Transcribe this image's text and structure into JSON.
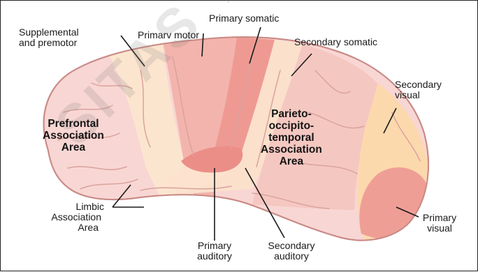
{
  "labels": {
    "supplemental": [
      "Supplemental",
      "and premotor"
    ],
    "primary_motor": "Primarv motor",
    "primary_somatic": "Primary somatic",
    "secondary_somatic": "Secondary somatic",
    "secondary_visual": [
      "Secondary",
      "visual"
    ],
    "prefrontal": [
      "Prefrontal",
      "Association",
      "Area"
    ],
    "parieto": [
      "Parieto-",
      "occipito-",
      "temporal",
      "Association",
      "Area"
    ],
    "limbic": [
      "Limbic",
      "Association",
      "Area"
    ],
    "primary_auditory": [
      "Primary",
      "auditory"
    ],
    "secondary_auditory": [
      "Secondary",
      "auditory"
    ],
    "primary_visual": [
      "Primary",
      "visual"
    ]
  },
  "watermark": "SITAS TANJUNG",
  "colors": {
    "prefrontal": "#f8d6d3",
    "motor_band": "#fce5cf",
    "primary_motor": "#f3b4ad",
    "primary_somatic": "#ee9a93",
    "secondary_somatic": "#fbe0cc",
    "parieto": "#f5c7c1",
    "secondary_visual": "#fcd9ad",
    "primary_visual": "#ef9e96",
    "primary_auditory": "#ec8e88",
    "secondary_auditory": "#fde3cf",
    "outline": "#c98a86",
    "pointer": "#1a1a1a"
  }
}
